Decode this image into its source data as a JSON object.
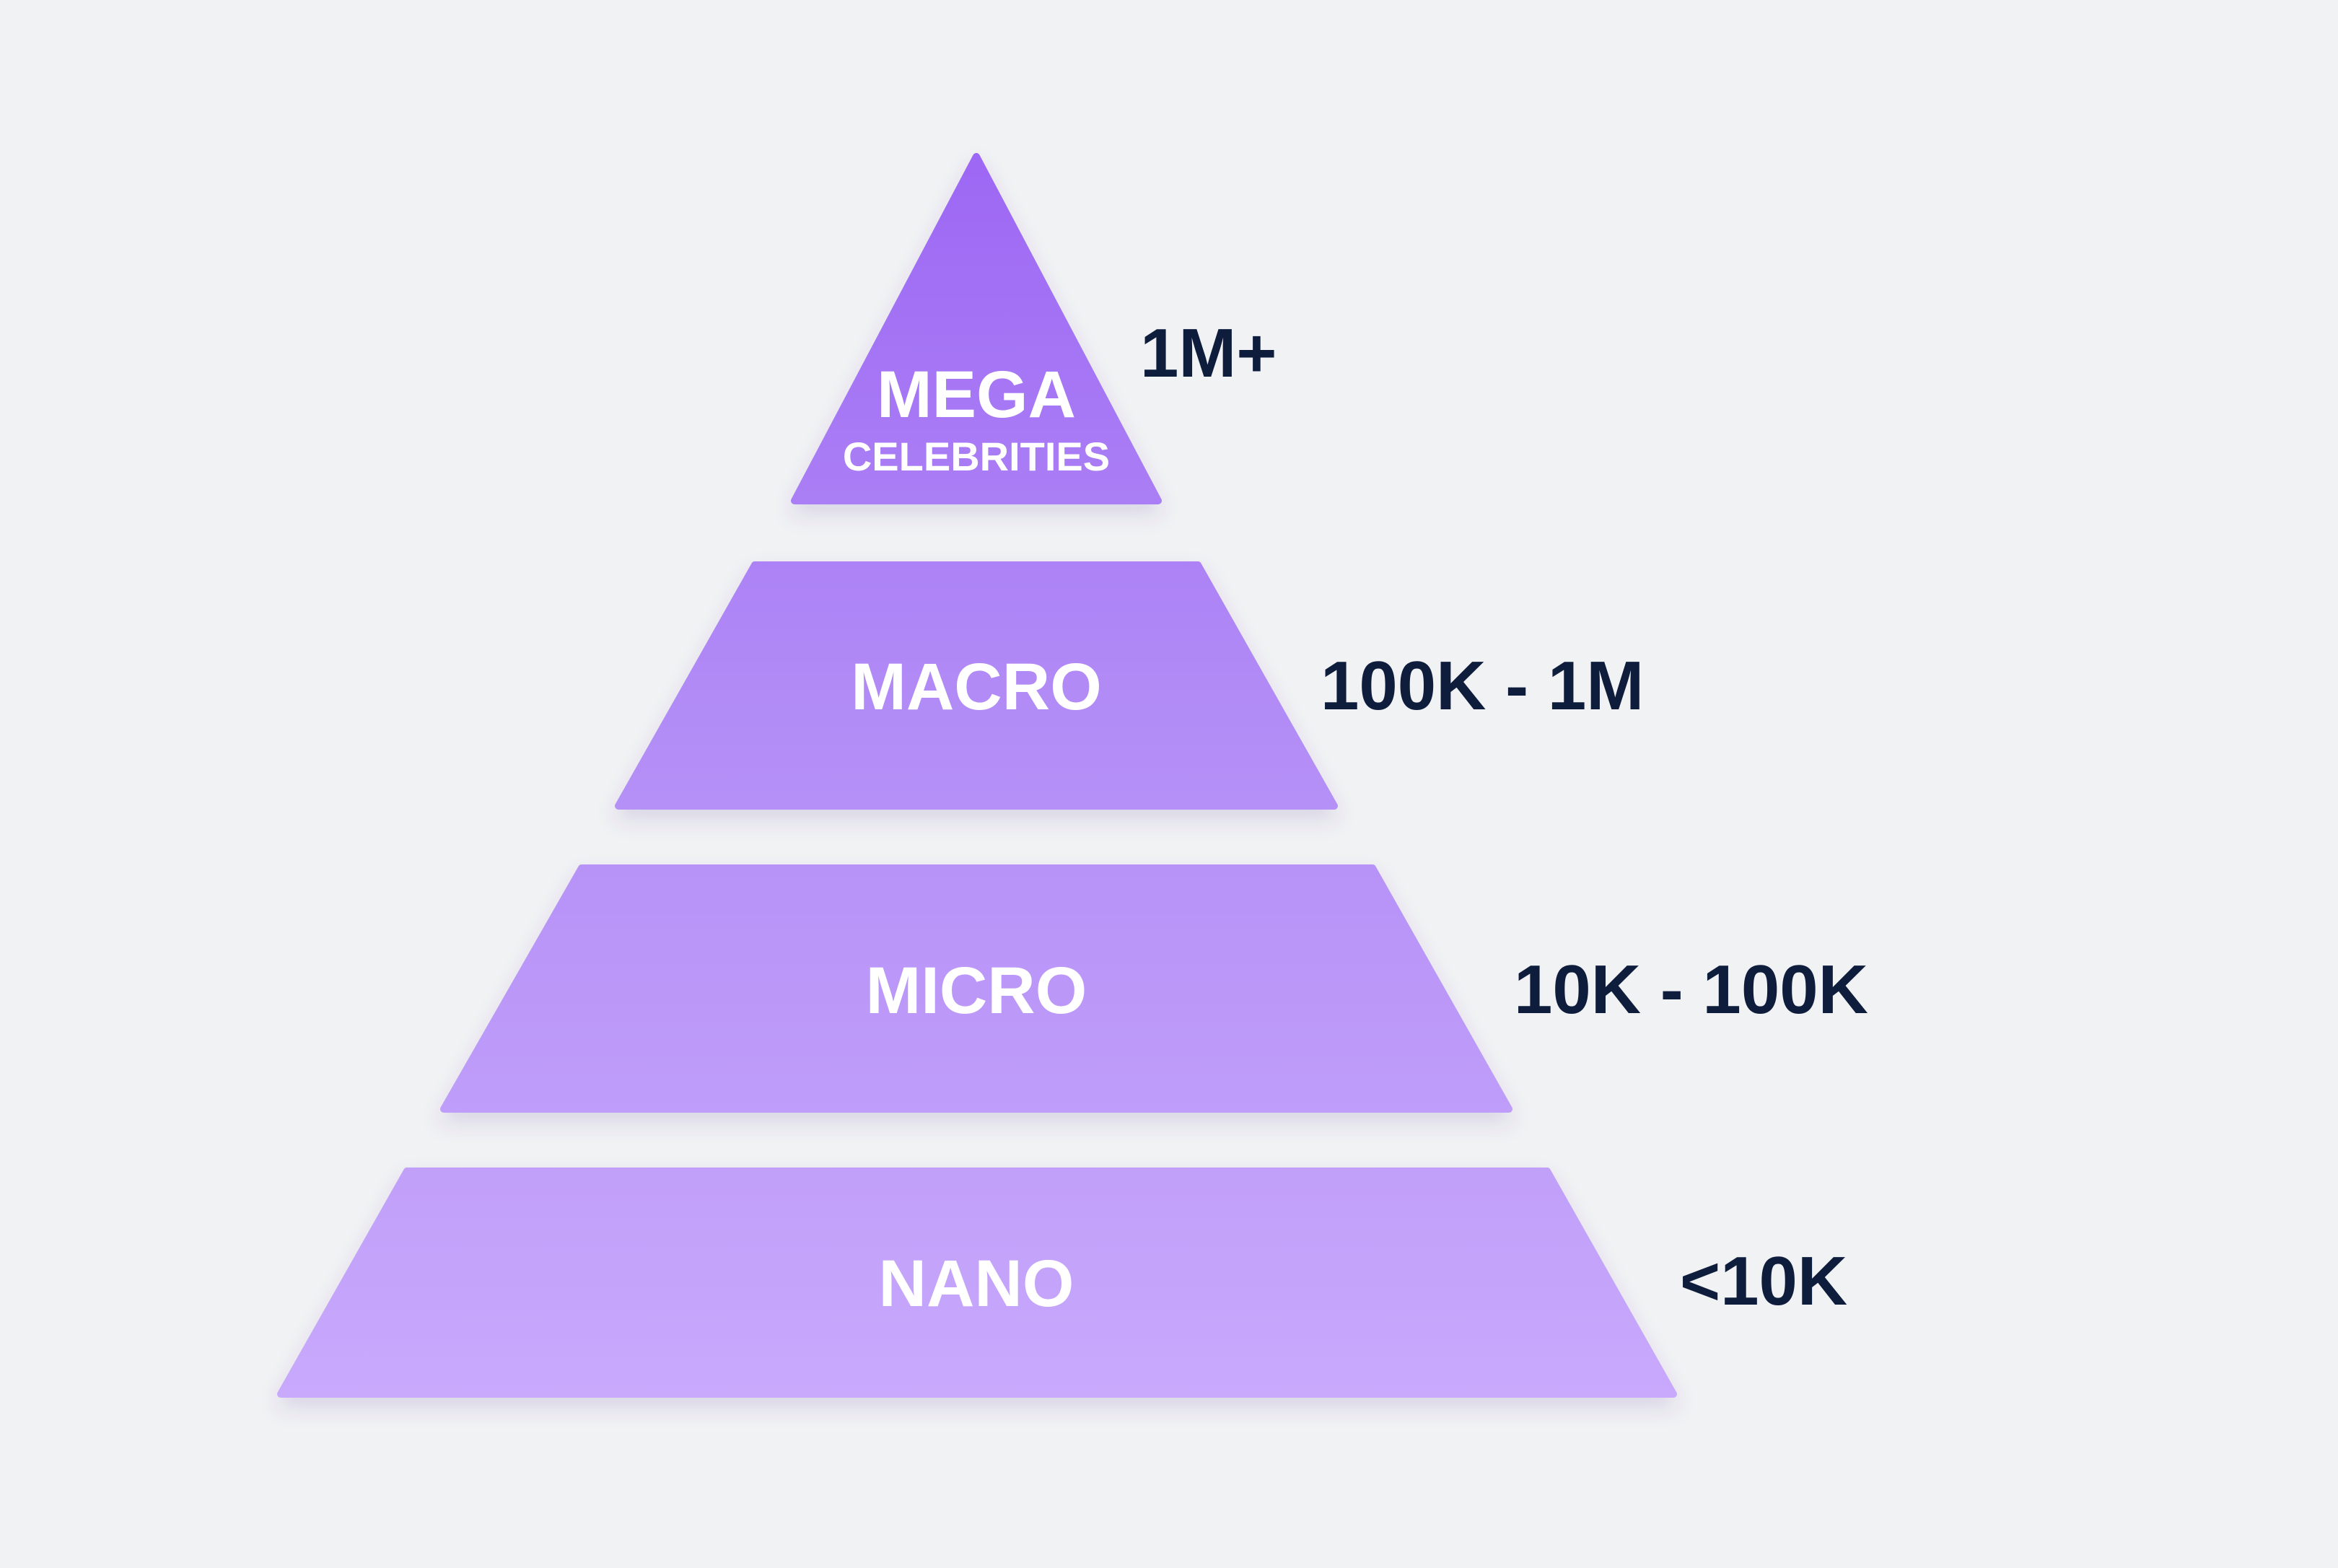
{
  "colors": {
    "background": "#f1f2f4",
    "tier_top": "#9d67f4",
    "tier_bottom": "#c8a9fc",
    "title_text": "#ffffff",
    "range_text": "#0f1d3d"
  },
  "tiers": [
    {
      "id": "mega",
      "title": "MEGA",
      "subtitle": "CELEBRITIES",
      "range": "1M+"
    },
    {
      "id": "macro",
      "title": "MACRO",
      "subtitle": "",
      "range": "100K - 1M"
    },
    {
      "id": "micro",
      "title": "MICRO",
      "subtitle": "",
      "range": "10K - 100K"
    },
    {
      "id": "nano",
      "title": "NANO",
      "subtitle": "",
      "range": "<10K"
    }
  ]
}
